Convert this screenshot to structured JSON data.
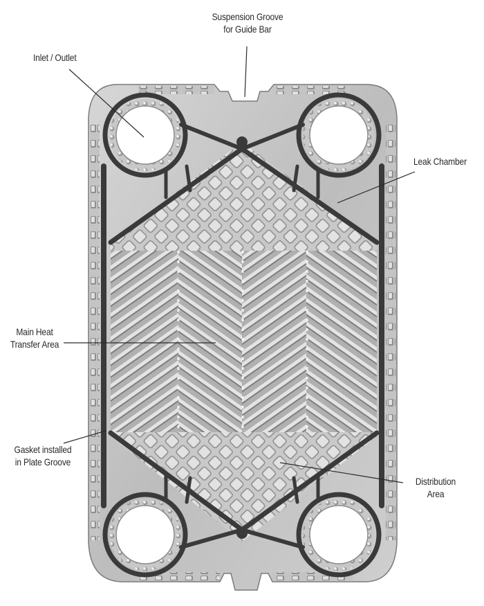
{
  "diagram": {
    "subject": "Gasketed plate heat exchanger plate",
    "labels": [
      {
        "id": "suspension-groove",
        "lines": [
          "Suspension Groove",
          "for Guide Bar"
        ]
      },
      {
        "id": "inlet-outlet",
        "lines": [
          "Inlet / Outlet"
        ]
      },
      {
        "id": "leak-chamber",
        "lines": [
          "Leak Chamber"
        ]
      },
      {
        "id": "main-heat-transfer-area",
        "lines": [
          "Main Heat",
          "Transfer Area"
        ]
      },
      {
        "id": "gasket",
        "lines": [
          "Gasket installed",
          "in Plate Groove"
        ]
      },
      {
        "id": "distribution-area",
        "lines": [
          "Distribution",
          "Area"
        ]
      }
    ],
    "colors": {
      "plate": "#b9b9b9",
      "plate_light": "#dcdcdc",
      "plate_dark": "#8a8a8a",
      "gasket": "#3a3a3a",
      "leader": "#2a2a2a",
      "text": "#2a2a2a"
    }
  }
}
